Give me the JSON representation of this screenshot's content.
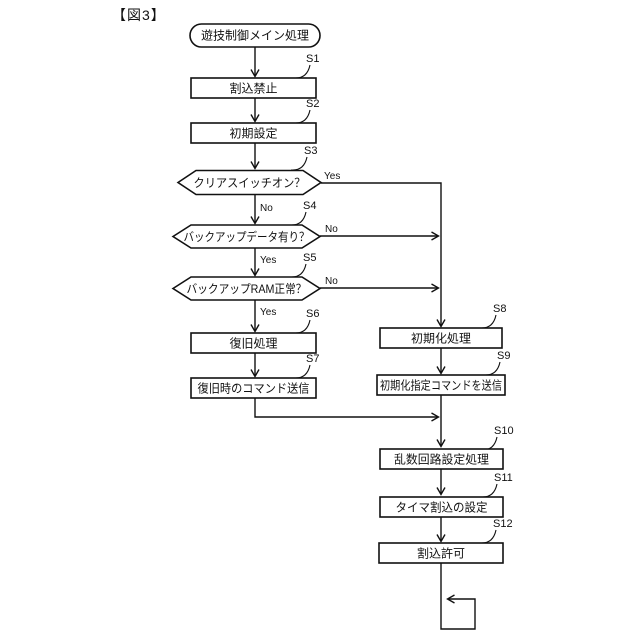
{
  "figure_label": "【図3】",
  "flowchart": {
    "start": {
      "label": "遊技制御メイン処理"
    },
    "s1": {
      "tag": "S1",
      "label": "割込禁止"
    },
    "s2": {
      "tag": "S2",
      "label": "初期設定"
    },
    "s3": {
      "tag": "S3",
      "label": "クリアスイッチオン？",
      "yes_label": "Yes",
      "no_label": "No"
    },
    "s4": {
      "tag": "S4",
      "label": "バックアップデータ有り？",
      "yes_label": "Yes",
      "no_label": "No"
    },
    "s5": {
      "tag": "S5",
      "label": "バックアップRAM正常？",
      "yes_label": "Yes",
      "no_label": "No"
    },
    "s6": {
      "tag": "S6",
      "label": "復旧処理"
    },
    "s7": {
      "tag": "S7",
      "label": "復旧時のコマンド送信"
    },
    "s8": {
      "tag": "S8",
      "label": "初期化処理"
    },
    "s9": {
      "tag": "S9",
      "label": "初期化指定コマンドを送信"
    },
    "s10": {
      "tag": "S10",
      "label": "乱数回路設定処理"
    },
    "s11": {
      "tag": "S11",
      "label": "タイマ割込の設定"
    },
    "s12": {
      "tag": "S12",
      "label": "割込許可"
    }
  },
  "colors": {
    "line": "#111111",
    "background": "#ffffff"
  }
}
